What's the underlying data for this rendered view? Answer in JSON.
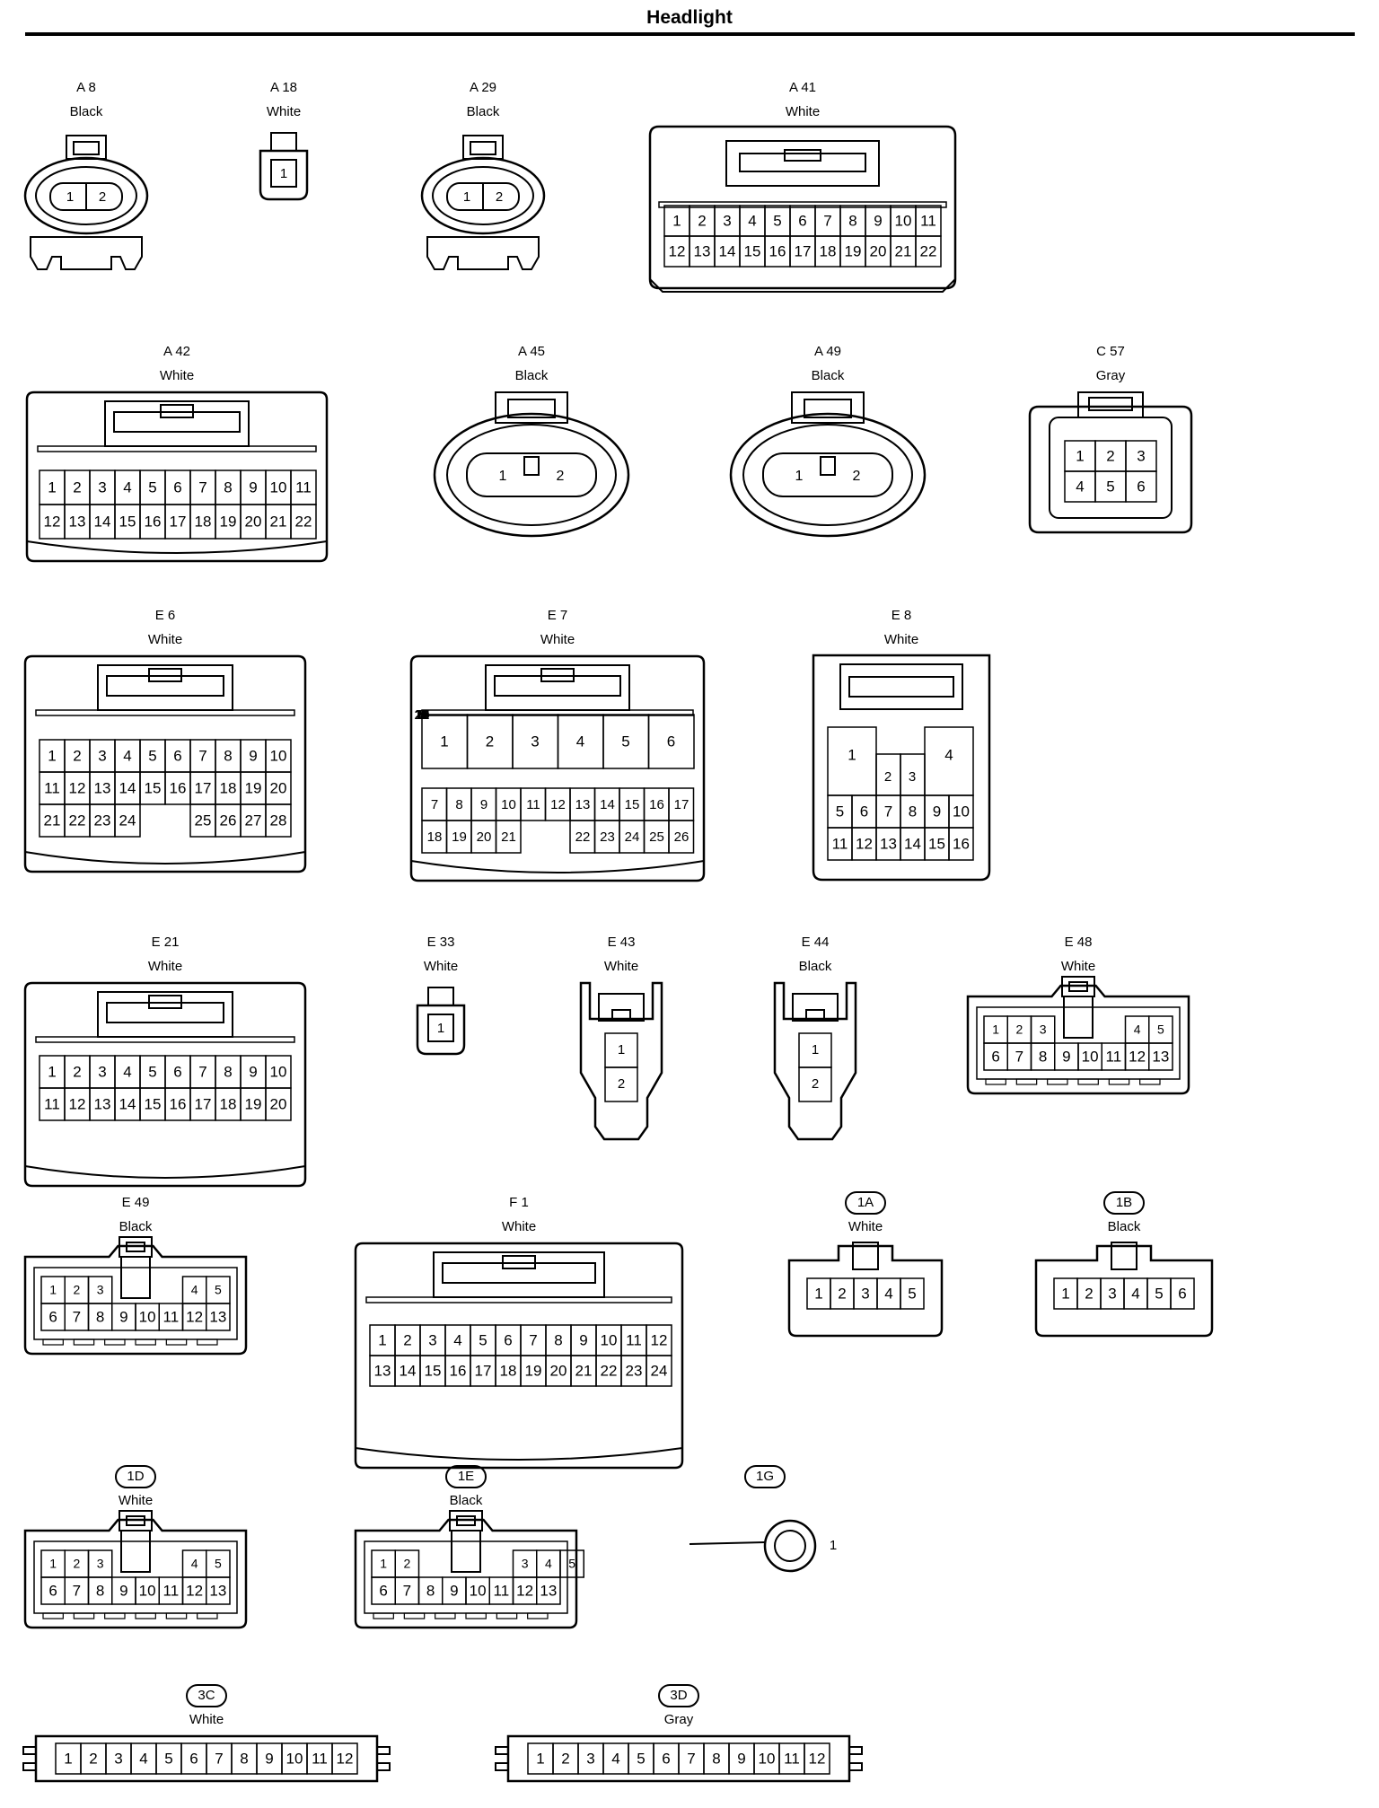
{
  "page": {
    "title": "Headlight"
  },
  "connectors": [
    {
      "code": "A 8",
      "color": "Black",
      "pins": [
        "1",
        "2"
      ]
    },
    {
      "code": "A 18",
      "color": "White",
      "pins": [
        "1"
      ]
    },
    {
      "code": "A 29",
      "color": "Black",
      "pins": [
        "1",
        "2"
      ]
    },
    {
      "code": "A 41",
      "color": "White",
      "rows": [
        [
          "1",
          "2",
          "3",
          "4",
          "5",
          "6",
          "7",
          "8",
          "9",
          "10",
          "11"
        ],
        [
          "12",
          "13",
          "14",
          "15",
          "16",
          "17",
          "18",
          "19",
          "20",
          "21",
          "22"
        ]
      ]
    },
    {
      "code": "A 42",
      "color": "White",
      "rows": [
        [
          "1",
          "2",
          "3",
          "4",
          "5",
          "6",
          "7",
          "8",
          "9",
          "10",
          "11"
        ],
        [
          "12",
          "13",
          "14",
          "15",
          "16",
          "17",
          "18",
          "19",
          "20",
          "21",
          "22"
        ]
      ]
    },
    {
      "code": "A 45",
      "color": "Black",
      "pins": [
        "1",
        "2"
      ]
    },
    {
      "code": "A 49",
      "color": "Black",
      "pins": [
        "1",
        "2"
      ]
    },
    {
      "code": "C 57",
      "color": "Gray",
      "rows": [
        [
          "1",
          "2",
          "3"
        ],
        [
          "4",
          "5",
          "6"
        ]
      ]
    },
    {
      "code": "E 6",
      "color": "White",
      "rows": [
        [
          "1",
          "2",
          "3",
          "4",
          "5",
          "6",
          "7",
          "8",
          "9",
          "10"
        ],
        [
          "11",
          "12",
          "13",
          "14",
          "15",
          "16",
          "17",
          "18",
          "19",
          "20"
        ],
        [
          "21",
          "22",
          "23",
          "24",
          "",
          "",
          "25",
          "26",
          "27",
          "28"
        ]
      ]
    },
    {
      "code": "E 7",
      "color": "White",
      "rows": [
        [
          "1",
          "2",
          "3",
          "4",
          "5",
          "6"
        ],
        [
          "7",
          "8",
          "9",
          "10",
          "11",
          "12",
          "13",
          "14",
          "15",
          "16",
          "17"
        ],
        [
          "18",
          "19",
          "20",
          "21",
          "",
          "22",
          "23",
          "24",
          "25",
          "26"
        ]
      ]
    },
    {
      "code": "E 8",
      "color": "White",
      "rows": [
        [
          "1",
          "2",
          "3",
          "4"
        ],
        [
          "5",
          "6",
          "7",
          "8",
          "9",
          "10"
        ],
        [
          "11",
          "12",
          "13",
          "14",
          "15",
          "16"
        ]
      ]
    },
    {
      "code": "E 21",
      "color": "White",
      "rows": [
        [
          "1",
          "2",
          "3",
          "4",
          "5",
          "6",
          "7",
          "8",
          "9",
          "10"
        ],
        [
          "11",
          "12",
          "13",
          "14",
          "15",
          "16",
          "17",
          "18",
          "19",
          "20"
        ]
      ]
    },
    {
      "code": "E 33",
      "color": "White",
      "pins": [
        "1"
      ]
    },
    {
      "code": "E 43",
      "color": "White",
      "pins": [
        "1",
        "2"
      ]
    },
    {
      "code": "E 44",
      "color": "Black",
      "pins": [
        "1",
        "2"
      ]
    },
    {
      "code": "E 48",
      "color": "White",
      "rows": [
        [
          "1",
          "2",
          "3",
          "",
          "4",
          "5"
        ],
        [
          "6",
          "7",
          "8",
          "9",
          "10",
          "11",
          "12",
          "13"
        ]
      ]
    },
    {
      "code": "E 49",
      "color": "Black",
      "rows": [
        [
          "1",
          "2",
          "3",
          "",
          "4",
          "5"
        ],
        [
          "6",
          "7",
          "8",
          "9",
          "10",
          "11",
          "12",
          "13"
        ]
      ]
    },
    {
      "code": "F 1",
      "color": "White",
      "rows": [
        [
          "1",
          "2",
          "3",
          "4",
          "5",
          "6",
          "7",
          "8",
          "9",
          "10",
          "11",
          "12"
        ],
        [
          "13",
          "14",
          "15",
          "16",
          "17",
          "18",
          "19",
          "20",
          "21",
          "22",
          "23",
          "24"
        ]
      ]
    },
    {
      "code": "1A",
      "color": "White",
      "pins": [
        "1",
        "2",
        "3",
        "4",
        "5"
      ]
    },
    {
      "code": "1B",
      "color": "Black",
      "pins": [
        "1",
        "2",
        "3",
        "4",
        "5",
        "6"
      ]
    },
    {
      "code": "1D",
      "color": "White",
      "rows": [
        [
          "1",
          "2",
          "3",
          "",
          "4",
          "5"
        ],
        [
          "6",
          "7",
          "8",
          "9",
          "10",
          "11",
          "12",
          "13"
        ]
      ]
    },
    {
      "code": "1E",
      "color": "Black",
      "rows": [
        [
          "1",
          "2",
          "",
          "3",
          "4",
          "5"
        ],
        [
          "6",
          "7",
          "8",
          "9",
          "10",
          "11",
          "12",
          "13"
        ]
      ]
    },
    {
      "code": "1G",
      "color": "",
      "pins": [
        "1"
      ]
    },
    {
      "code": "3C",
      "color": "White",
      "pins": [
        "1",
        "2",
        "3",
        "4",
        "5",
        "6",
        "7",
        "8",
        "9",
        "10",
        "11",
        "12"
      ]
    },
    {
      "code": "3D",
      "color": "Gray",
      "pins": [
        "1",
        "2",
        "3",
        "4",
        "5",
        "6",
        "7",
        "8",
        "9",
        "10",
        "11",
        "12"
      ]
    }
  ]
}
